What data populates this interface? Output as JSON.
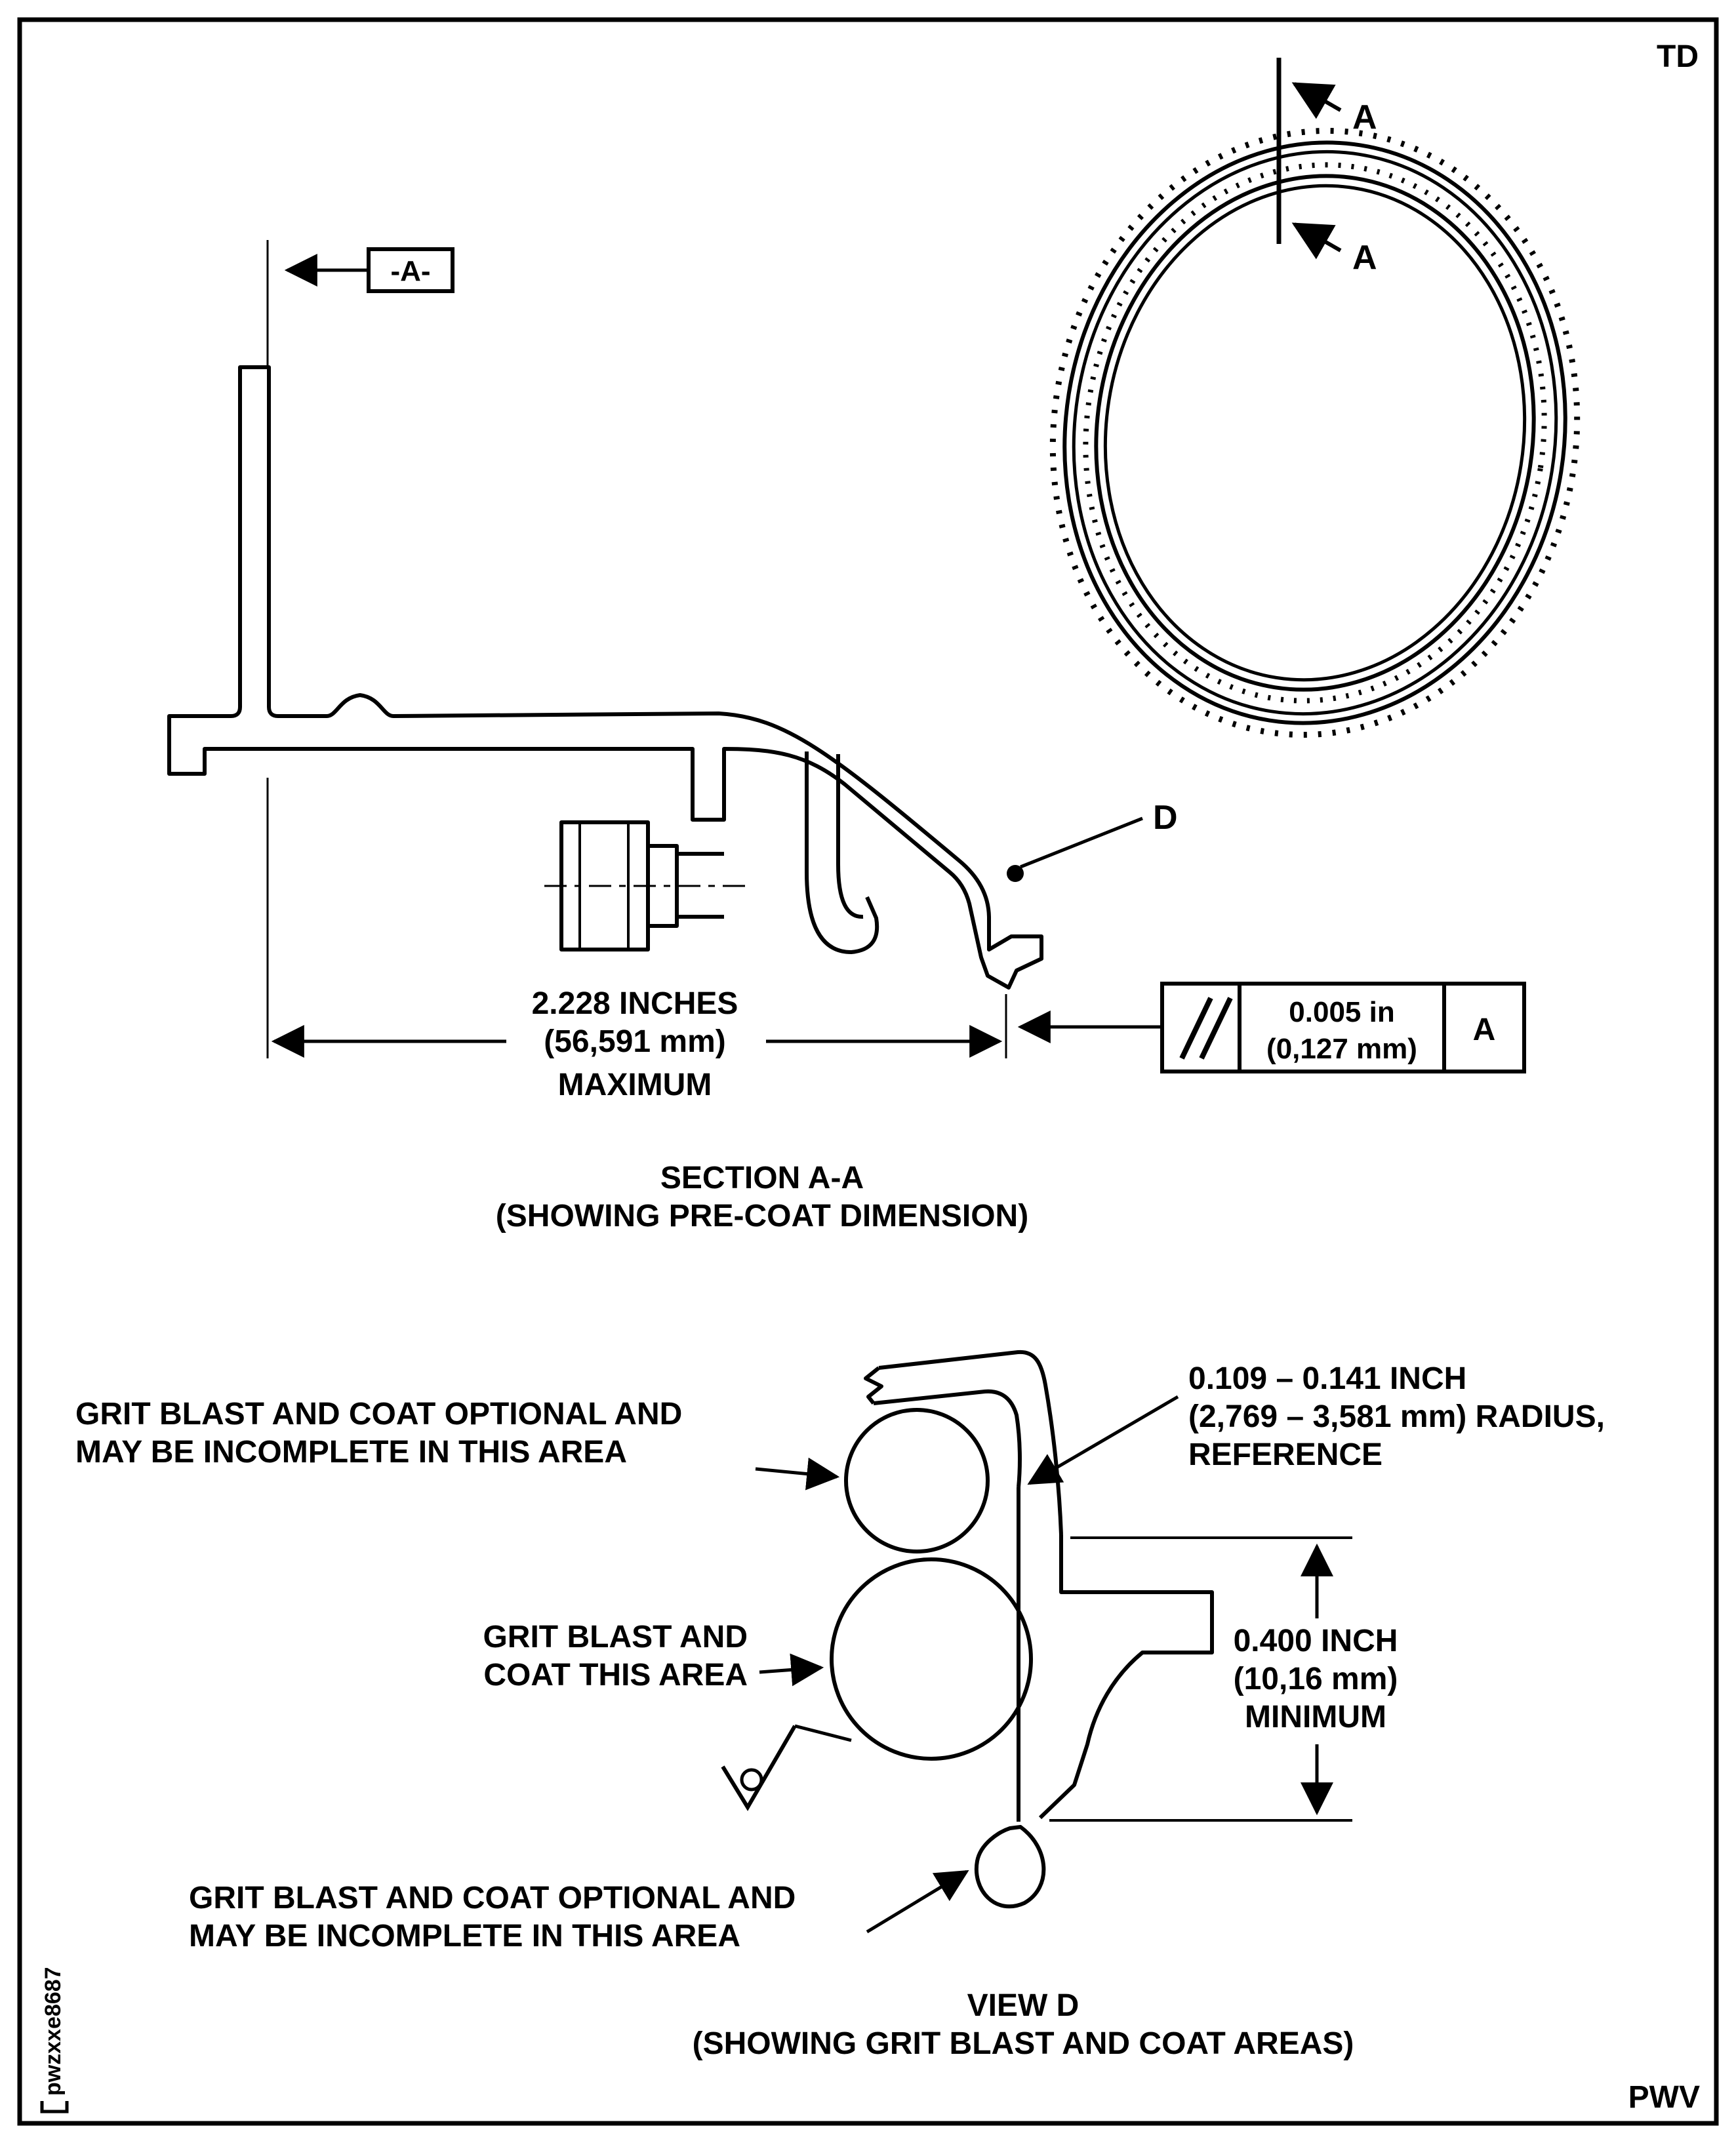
{
  "page": {
    "corner_top_right": "TD",
    "corner_bottom_right": "PWV",
    "side_code": "pwzxxe8687",
    "ink_color": "#000000",
    "paper_color": "#ffffff"
  },
  "ring_view": {
    "cut_arrow_label_1": "A",
    "cut_arrow_label_2": "A"
  },
  "section_view": {
    "datum_flag": "-A-",
    "detail_label": "D",
    "dimension": {
      "line1": "2.228 INCHES",
      "line2": "(56,591 mm)",
      "line3": "MAXIMUM"
    },
    "feature_control_frame": {
      "symbol_name": "parallelism-icon",
      "tolerance_line1": "0.005 in",
      "tolerance_line2": "(0,127 mm)",
      "datum_ref": "A"
    },
    "caption_line1": "SECTION A-A",
    "caption_line2": "(SHOWING PRE-COAT DIMENSION)"
  },
  "view_d": {
    "label_optional_top_line1": "GRIT BLAST AND COAT OPTIONAL AND",
    "label_optional_top_line2": "MAY BE INCOMPLETE IN THIS AREA",
    "radius_note_line1": "0.109 – 0.141 INCH",
    "radius_note_line2": "(2,769 – 3,581 mm) RADIUS,",
    "radius_note_line3": "REFERENCE",
    "label_coat_line1": "GRIT BLAST AND",
    "label_coat_line2": "COAT THIS AREA",
    "min_dimension_line1": "0.400 INCH",
    "min_dimension_line2": "(10,16 mm)",
    "min_dimension_line3": "MINIMUM",
    "label_optional_bottom_line1": "GRIT BLAST AND COAT OPTIONAL AND",
    "label_optional_bottom_line2": "MAY BE INCOMPLETE IN THIS AREA",
    "caption_line1": "VIEW D",
    "caption_line2": "(SHOWING GRIT BLAST AND COAT AREAS)"
  }
}
